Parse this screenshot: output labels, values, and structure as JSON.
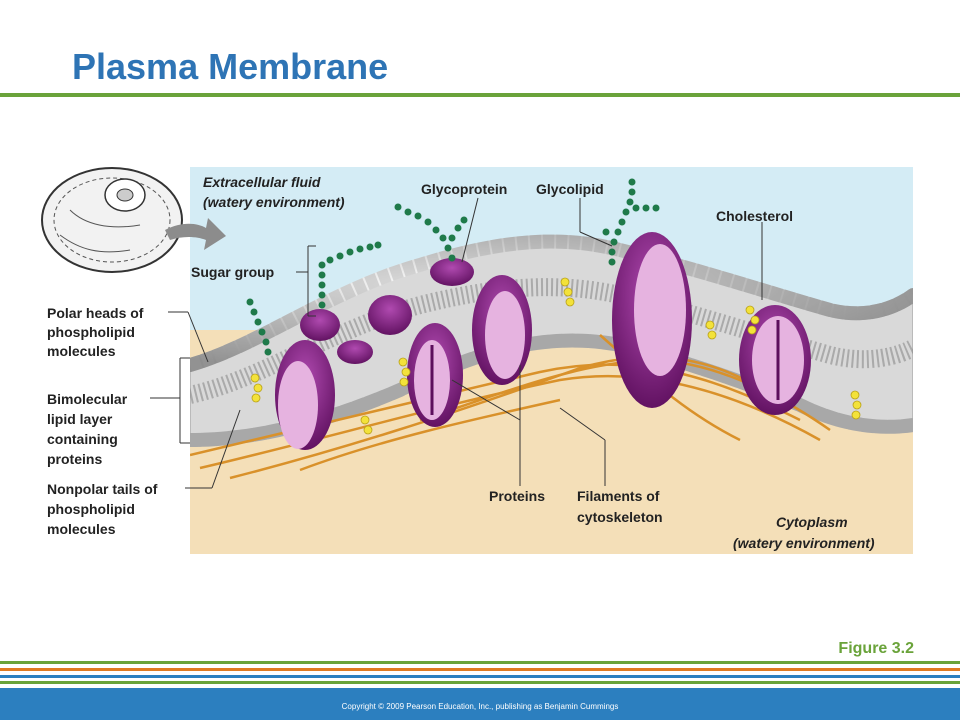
{
  "slide": {
    "title": "Plasma Membrane",
    "figure_number": "Figure 3.2",
    "copyright": "Copyright © 2009 Pearson Education, Inc., publishing as Benjamin Cummings"
  },
  "labels": {
    "extracellular_line1": "Extracellular fluid",
    "extracellular_line2": "(watery environment)",
    "glycoprotein": "Glycoprotein",
    "glycolipid": "Glycolipid",
    "cholesterol": "Cholesterol",
    "sugar_group": "Sugar group",
    "polar_heads": [
      "Polar heads of",
      "phospholipid",
      "molecules"
    ],
    "bimolecular": [
      "Bimolecular",
      "lipid layer",
      "containing",
      "proteins"
    ],
    "nonpolar_tails": [
      "Nonpolar tails of",
      "phospholipid",
      "molecules"
    ],
    "proteins": "Proteins",
    "filaments": [
      "Filaments of",
      "cytoskeleton"
    ],
    "cytoplasm_line1": "Cytoplasm",
    "cytoplasm_line2": "(watery environment)"
  },
  "colors": {
    "title": "#2e74b5",
    "accent_green": "#6aa33a",
    "accent_orange": "#e07b22",
    "footer_blue": "#2c7fbf",
    "extracellular": "#d4ecf5",
    "cytoplasm": "#f4dfb8",
    "protein_dark": "#7a1a7a",
    "protein_light": "#e6b3e0",
    "phospholipid_head": "#b8b8b8",
    "cholesterol": "#f3e23a",
    "sugar": "#1f7a4a",
    "filament": "#d9912a"
  }
}
